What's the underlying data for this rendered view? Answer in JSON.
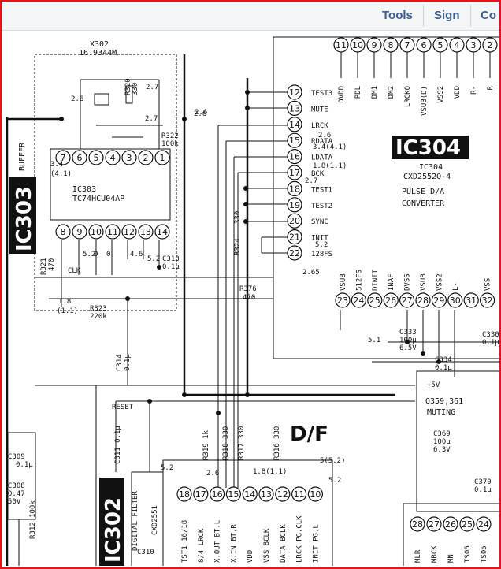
{
  "toolbar": {
    "tools": "Tools",
    "sign": "Sign",
    "comment": "Co"
  },
  "ic304": {
    "name": "IC304",
    "part": "CXD2552Q-4",
    "desc1": "PULSE D/A",
    "desc2": "CONVERTER",
    "top_pins": [
      "11",
      "10",
      "9",
      "8",
      "7",
      "6",
      "5",
      "4",
      "3",
      "2"
    ],
    "top_labels": [
      "DVDD",
      "PDL",
      "DM1",
      "DM2",
      "LRCKO",
      "VSUB(D)",
      "VSS2",
      "VDD",
      "R-",
      "R"
    ],
    "left_pins": [
      "12",
      "13",
      "14",
      "15",
      "16",
      "17",
      "18",
      "19",
      "20",
      "21",
      "22"
    ],
    "left_labels": [
      "TEST3",
      "MUTE",
      "LRCK",
      "RDATA",
      "LDATA",
      "BCK",
      "TEST1",
      "TEST2",
      "SYNC",
      "INIT",
      "128FS"
    ],
    "bottom_pins": [
      "23",
      "24",
      "25",
      "26",
      "27",
      "28",
      "29",
      "30",
      "31",
      "32"
    ],
    "bottom_labels": [
      "VSUB",
      "512FS",
      "DINIT",
      "INAF",
      "DVSS",
      "VSUB",
      "VSS2",
      "L-",
      "",
      "VSS"
    ]
  },
  "ic303": {
    "name": "IC303",
    "part": "TC74HCU04AP",
    "buffer": "BUFFER",
    "top_pins": [
      "7",
      "6",
      "5",
      "4",
      "3",
      "2",
      "1"
    ],
    "bottom_pins": [
      "8",
      "9",
      "10",
      "11",
      "12",
      "13",
      "14"
    ]
  },
  "ic302": {
    "name": "IC302",
    "part": "CXD2551",
    "desc": "DIGITAL FILTER",
    "pins": [
      "18",
      "17",
      "16",
      "15",
      "14",
      "13",
      "12",
      "11",
      "10"
    ],
    "labels": [
      "TST1 16/18",
      "8/4 LRCK",
      "X.OUT BT.L",
      "X.IN BT.R",
      "VDD",
      "VSS BCLK",
      "DATA BCLK",
      "LRCK PG.CLK",
      "INIT PG.L"
    ]
  },
  "crystal": {
    "ref": "X302",
    "freq": "16.9344M"
  },
  "voltages": [
    "2.6",
    "2.7",
    "2.7",
    "2.6",
    "2.6",
    "3.4(4.1)",
    "1.8(1.1)",
    "2.7",
    "5.2",
    "2.65",
    "3.4",
    "(4.1)",
    "5.2",
    "0",
    "0",
    "4.6",
    "5.2",
    "1.8",
    "(1.1)",
    "5.1",
    "5.2",
    "2.6",
    "1.8(1.1)",
    "5(5.2)",
    "5.2",
    "2.6"
  ],
  "components": {
    "r320": "R320",
    "r320v": "330",
    "r322": "R322",
    "r322v": "100k",
    "r321": "R321",
    "r321v": "470",
    "clk": "CLK",
    "r323": "R323",
    "r323v": "220k",
    "r324": "R324",
    "r324v": "330",
    "r376": "R376",
    "r376v": "470",
    "c313": "C313",
    "c313v": "0.1μ",
    "c314": "C314",
    "c314v": "0.1μ",
    "c311": "C311 0.1μ",
    "reset": "RESET",
    "r319": "R319 1k",
    "r318": "R318 330",
    "r317": "R317 330",
    "r316": "R316 330",
    "c333": "C333",
    "c333v1": "100μ",
    "c333v2": "6.5V",
    "c330": "C330",
    "c330v": "0.1μ",
    "c334": "C334",
    "c334v": "0.1μ",
    "q359": "Q359,361",
    "muting": "MUTING",
    "p5v": "+5V",
    "c369": "C369",
    "c369v1": "100μ",
    "c369v2": "6.3V",
    "c370": "C370",
    "c370v": "0.1μ",
    "c309": "C309",
    "c309v": "0.1μ",
    "c308": "C308",
    "c308v1": "0.47",
    "c308v2": "50V",
    "r312": "R312 100k",
    "c310": "C310",
    "df": "D/F"
  },
  "muting_pins": [
    "28",
    "27",
    "26",
    "25",
    "24"
  ],
  "muting_labels": [
    "MLR",
    "MBCK",
    "MN",
    "TS06",
    "TS05"
  ]
}
